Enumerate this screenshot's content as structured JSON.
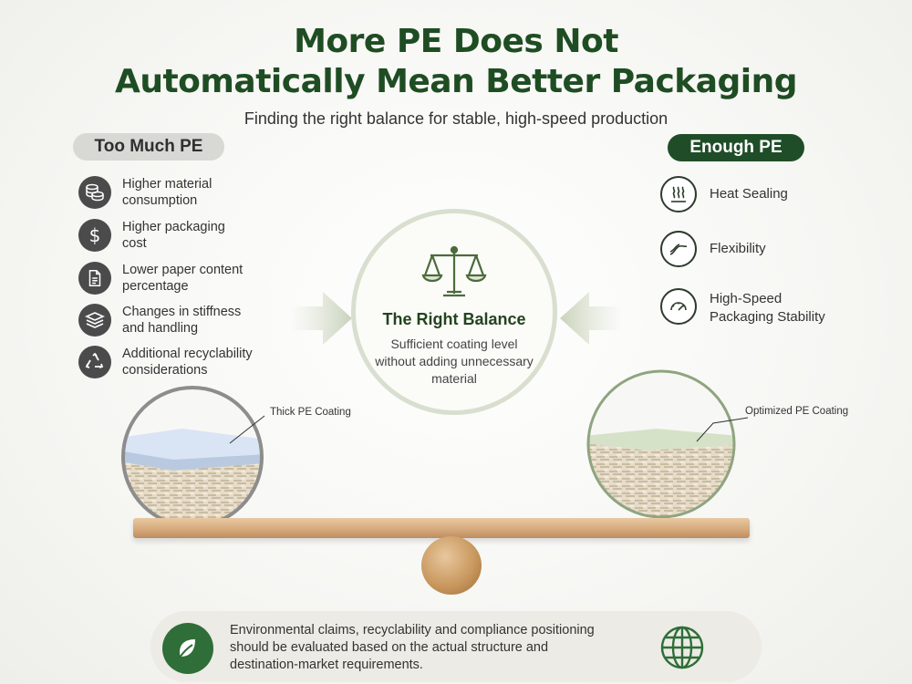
{
  "header": {
    "title_line1": "More PE Does Not",
    "title_line2": "Automatically Mean Better Packaging",
    "subtitle": "Finding the right balance for stable, high-speed production"
  },
  "left_panel": {
    "pill_label": "Too Much PE",
    "items": [
      {
        "icon": "coins-icon",
        "label": "Higher material\nconsumption"
      },
      {
        "icon": "dollar-icon",
        "label": "Higher packaging\ncost"
      },
      {
        "icon": "document-icon",
        "label": "Lower paper content\npercentage"
      },
      {
        "icon": "layers-icon",
        "label": "Changes in stiffness\nand handling"
      },
      {
        "icon": "recycle-icon",
        "label": "Additional recyclability\nconsiderations"
      }
    ],
    "callout": "Thick PE Coating"
  },
  "right_panel": {
    "pill_label": "Enough PE",
    "items": [
      {
        "icon": "heat-icon",
        "label": "Heat Sealing"
      },
      {
        "icon": "flex-curve-icon",
        "label": "Flexibility"
      },
      {
        "icon": "speedometer-icon",
        "label": "High-Speed\nPackaging Stability"
      }
    ],
    "callout": "Optimized PE Coating"
  },
  "center": {
    "title": "The Right Balance",
    "text": "Sufficient coating level without adding unnecessary material",
    "icon": "scales-icon"
  },
  "footer": {
    "text": "Environmental claims, recyclability and compliance positioning\nshould be evaluated based on the actual structure and\ndestination-market requirements.",
    "left_icon": "leaf-icon",
    "right_icon": "globe-icon"
  },
  "colors": {
    "title_green": "#1f4d23",
    "dark_pill": "#1f4d28",
    "gray_pill": "#d8d8d4",
    "thick_coating": "#cfdcf0",
    "optimized_coating": "#c9d9bd",
    "wood": "#d4a779"
  }
}
